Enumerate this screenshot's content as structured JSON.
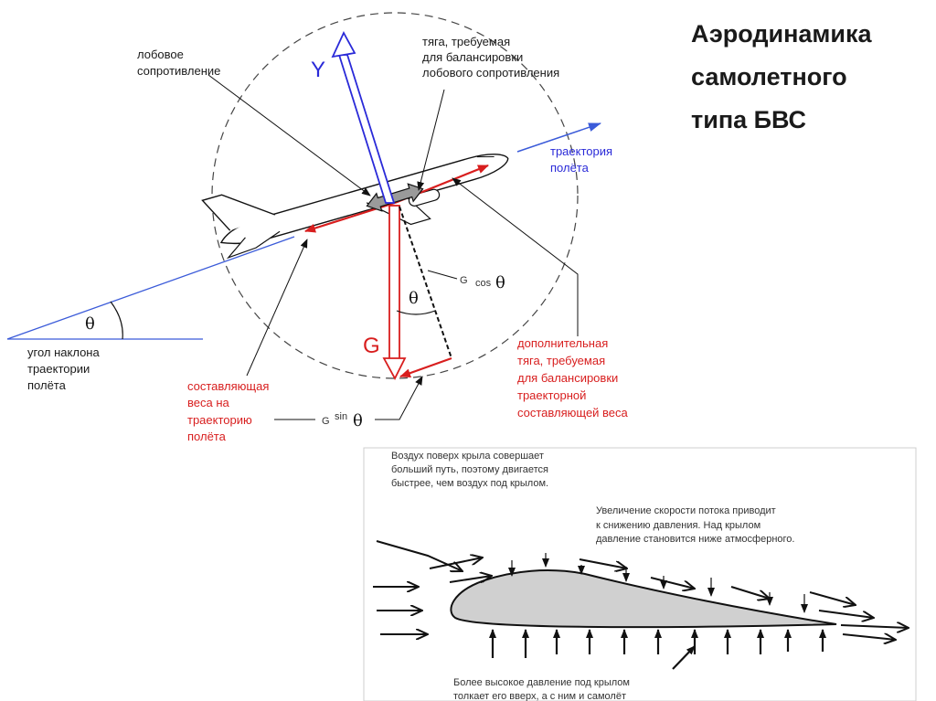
{
  "title": {
    "line1": "Аэродинамика",
    "line2": "самолетного",
    "line3": "типа БВС"
  },
  "forces": {
    "lift_symbol": "Y",
    "weight_symbol": "G",
    "theta": "θ",
    "g_cos": "G",
    "cos": "cos",
    "g_sin": "G",
    "sin": "sin"
  },
  "labels": {
    "drag": [
      "лобовое",
      "сопротивление"
    ],
    "thrust_drag": [
      "тяга, требуемая",
      "для балансировки",
      "лобового сопротивления"
    ],
    "trajectory": [
      "траектория",
      "полёта"
    ],
    "angle": [
      "угол наклона",
      "траектории",
      "полёта"
    ],
    "weight_component": [
      "составляющая",
      "веса на",
      "траекторию",
      "полёта"
    ],
    "extra_thrust": [
      "дополнительная",
      "тяга, требуемая",
      "для балансировки",
      "траекторной",
      "составляющей веса"
    ]
  },
  "airfoil": {
    "top_text": [
      "Воздух поверх крыла совершает",
      "больший путь, поэтому двигается",
      "быстрее, чем воздух под крылом."
    ],
    "mid_text": [
      "Увеличение скорости потока приводит",
      "к снижению давления. Над крылом",
      "давление становится ниже атмосферного."
    ],
    "bottom_text": [
      "Более высокое давление под крылом",
      "толкает его вверх, а с ним и самолёт"
    ]
  },
  "colors": {
    "force_red": "#d81e1e",
    "lift_blue": "#2a2ad8",
    "trajectory_blue": "#3b5bd9"
  }
}
